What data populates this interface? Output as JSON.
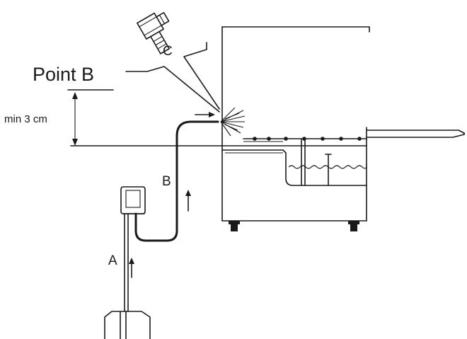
{
  "labels": {
    "point_b": "Point B",
    "min_distance": "min 3 cm",
    "label_a": "A",
    "label_b": "B",
    "label_c": "C"
  },
  "colors": {
    "line": "#1a1a1a",
    "background": "#ffffff"
  }
}
